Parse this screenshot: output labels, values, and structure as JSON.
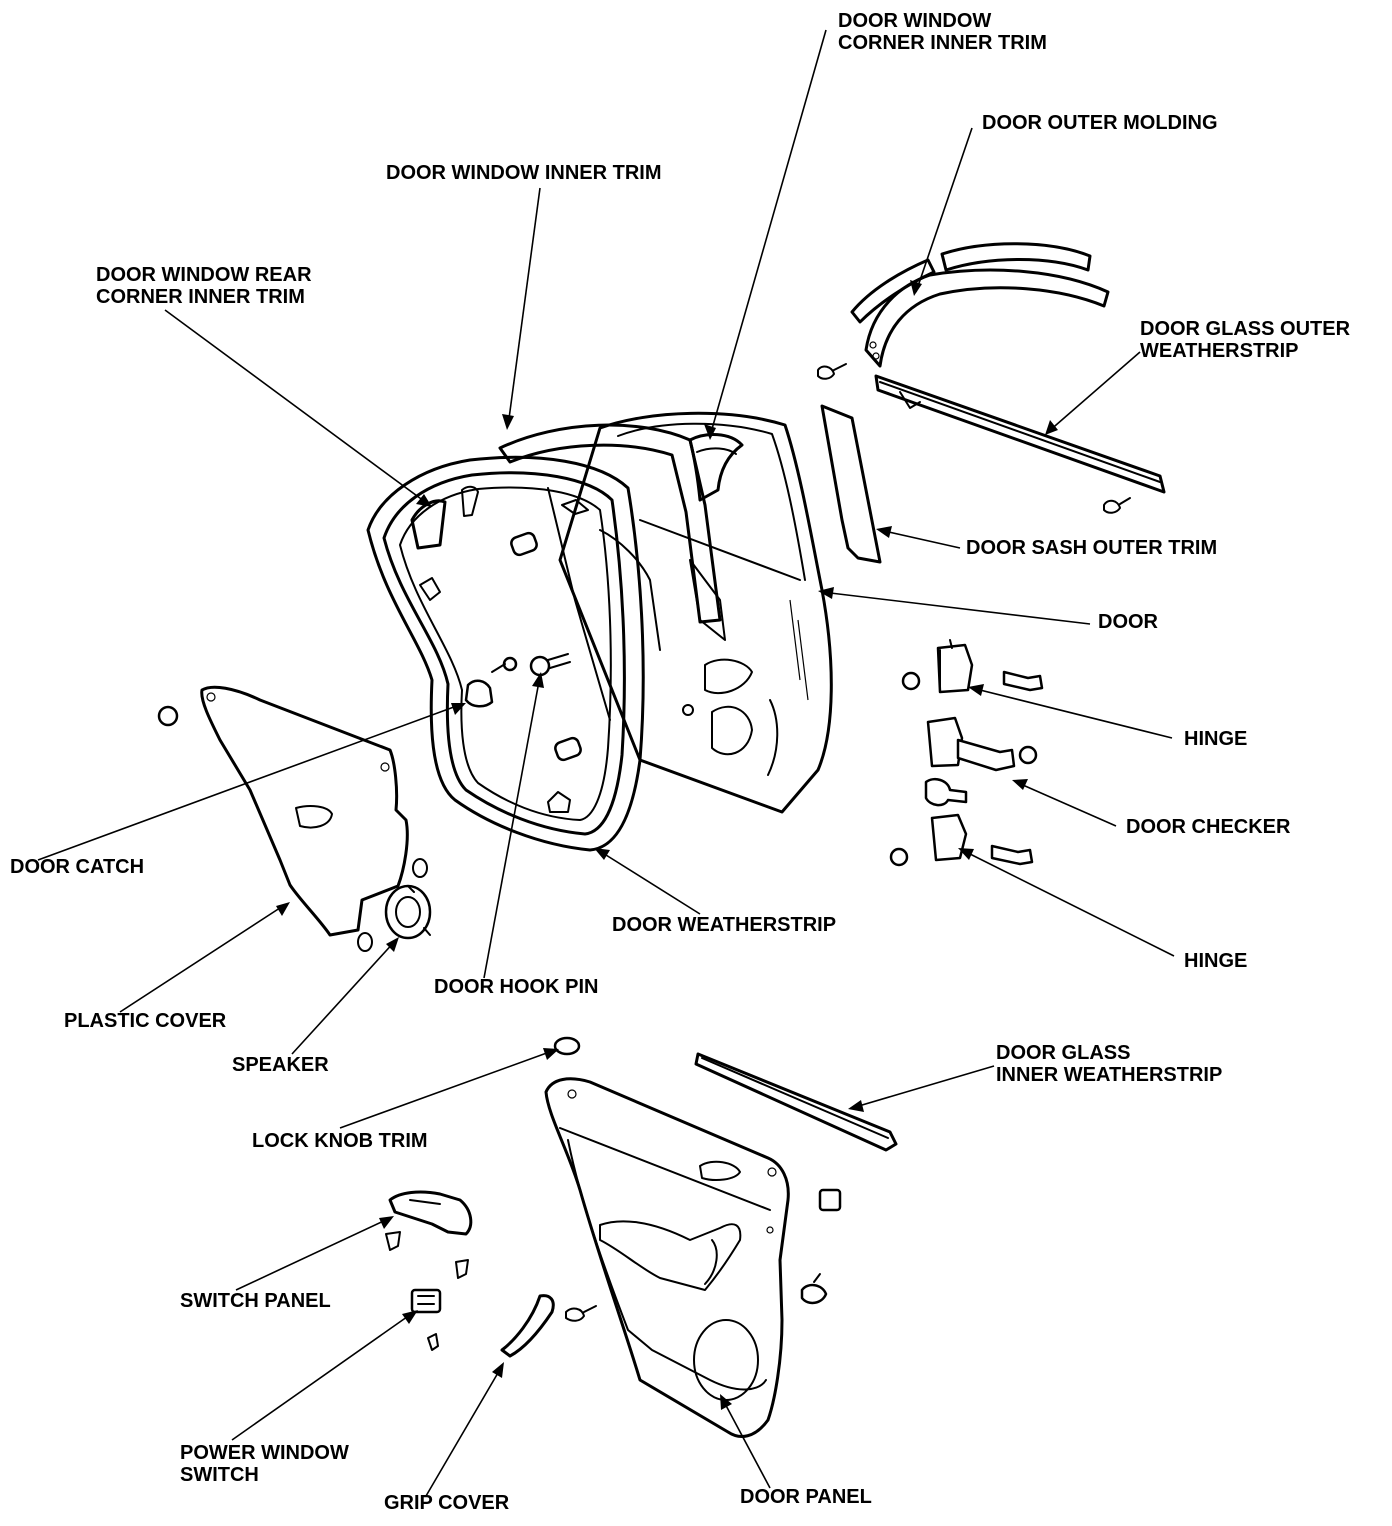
{
  "labels": {
    "door_window_corner_inner_trim": [
      "DOOR WINDOW",
      "CORNER INNER TRIM"
    ],
    "door_outer_molding": [
      "DOOR OUTER MOLDING"
    ],
    "door_window_inner_trim": [
      "DOOR WINDOW INNER TRIM"
    ],
    "door_window_rear_corner_inner_trim": [
      "DOOR WINDOW REAR",
      "CORNER INNER TRIM"
    ],
    "door_glass_outer_weatherstrip": [
      "DOOR GLASS OUTER",
      "WEATHERSTRIP"
    ],
    "door_sash_outer_trim": [
      "DOOR SASH OUTER TRIM"
    ],
    "door": [
      "DOOR"
    ],
    "hinge_upper": [
      "HINGE"
    ],
    "door_checker": [
      "DOOR CHECKER"
    ],
    "hinge_lower": [
      "HINGE"
    ],
    "door_catch": [
      "DOOR CATCH"
    ],
    "door_weatherstrip": [
      "DOOR WEATHERSTRIP"
    ],
    "plastic_cover": [
      "PLASTIC COVER"
    ],
    "door_hook_pin": [
      "DOOR HOOK PIN"
    ],
    "speaker": [
      "SPEAKER"
    ],
    "door_glass_inner_weatherstrip": [
      "DOOR GLASS",
      "INNER WEATHERSTRIP"
    ],
    "lock_knob_trim": [
      "LOCK KNOB TRIM"
    ],
    "switch_panel": [
      "SWITCH PANEL"
    ],
    "power_window_switch": [
      "POWER WINDOW",
      "SWITCH"
    ],
    "grip_cover": [
      "GRIP COVER"
    ],
    "door_panel": [
      "DOOR PANEL"
    ]
  }
}
